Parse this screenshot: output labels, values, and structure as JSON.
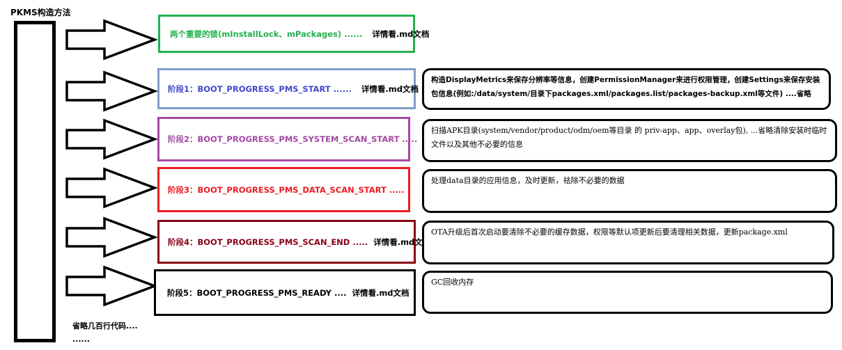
{
  "title": "PKMS构造方法",
  "colors": {
    "locks": "#22b14c",
    "stage1": "#7f9ccb",
    "stage2": "#a349a4",
    "stage3": "#ed1c24",
    "stage4": "#880015",
    "stage5": "#000000"
  },
  "boxes": {
    "locks": {
      "label": "两个重要的锁(mInstallLock、mPackages) ......",
      "detail": "详情看.md文档"
    },
    "stage1": {
      "label": "阶段1：BOOT_PROGRESS_PMS_START ......",
      "detail": "详情看.md文档"
    },
    "stage2": {
      "label": "阶段2：BOOT_PROGRESS_PMS_SYSTEM_SCAN_START ....."
    },
    "stage3": {
      "label": "阶段3：BOOT_PROGRESS_PMS_DATA_SCAN_START ....."
    },
    "stage4": {
      "label": "阶段4：BOOT_PROGRESS_PMS_SCAN_END .....",
      "detail": "详情看.md文档"
    },
    "stage5": {
      "label": "阶段5：BOOT_PROGRESS_PMS_READY ....",
      "detail": "详情看.md文档"
    }
  },
  "notes": {
    "stage1": "构造DisplayMetrics来保存分辨率等信息，创建PermissionManager来进行权限管理，创建Settings来保存安装包信息(例如:/data/system/目录下packages.xml/packages.list/packages-backup.xml等文件) ....省略",
    "stage2": "扫描APK目录(system/vendor/product/odm/oem等目录 的 priv-app、app、overlay包), ...省略清除安装时临时文件以及其他不必要的信息",
    "stage3": "处理data目录的应用信息，及时更新，祛除不必要的数据",
    "stage4": "OTA升级后首次启动要清除不必要的缓存数据，权限等默认项更新后要清理相关数据，更新package.xml",
    "stage5": "GC回收内存"
  },
  "footer": {
    "line1": "省略几百行代码....",
    "line2": "......"
  }
}
